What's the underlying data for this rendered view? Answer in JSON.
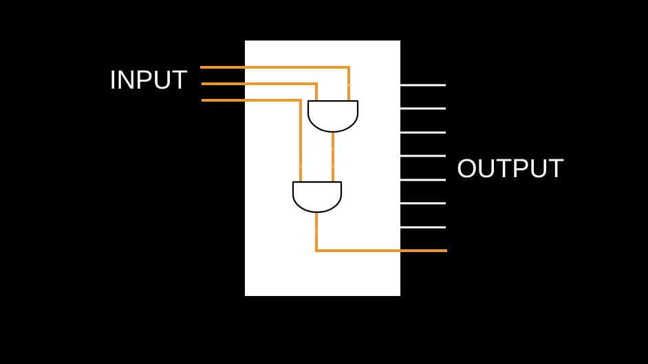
{
  "labels": {
    "input": "INPUT",
    "output": "OUTPUT"
  },
  "colors": {
    "background": "#000000",
    "chip": "#ffffff",
    "wire_active": "#f0962e",
    "wire_idle": "#ffffff",
    "gate_stroke": "#000000",
    "label_text": "#ffffff"
  },
  "diagram": {
    "input_wires": 3,
    "output_wires": 8,
    "gates": [
      {
        "type": "AND"
      },
      {
        "type": "AND"
      }
    ],
    "active_output": 8
  }
}
